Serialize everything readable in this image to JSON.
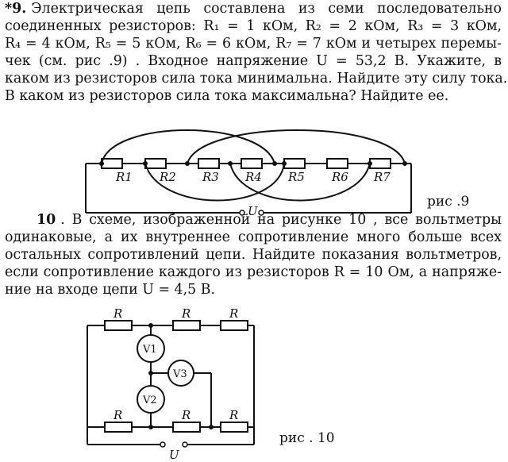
{
  "problem9": {
    "number": "*9.",
    "lines": [
      "Электрическая цепь составлена из семи последовательно",
      "соединенных резисторов: R₁ = 1 кОм, R₂ = 2 кОм, R₃ = 3 кОм,",
      "R₄ = 4 кОм, R₅ = 5 кОм, R₆ = 6 кОм, R₇ = 7 кОм и четырех перемы-",
      "чек    (см. рис .9) . Входное напряжение U = 53,2 В. Укажите, в",
      "каком из резисторов сила тока минимальна. Найдите эту силу тока.",
      "В каком из резисторов сила тока максимальна? Найдите ее."
    ],
    "figure": {
      "resistors": [
        "R1",
        "R2",
        "R3",
        "R4",
        "R5",
        "R6",
        "R7"
      ],
      "voltage_label": "U",
      "caption": "рис .9"
    }
  },
  "problem10": {
    "number": "10",
    "lines": [
      ". В схеме, изображенной на рисунке 10 ,  все вольтметры",
      "одинаковые, а их внутреннее сопротивление много больше всех",
      "остальных сопротивлений цепи. Найдите показания вольтметров,",
      "если сопротивление каждого из резисторов R = 10 Ом, а напряже-",
      "ние на входе цепи U = 4,5 В."
    ],
    "figure": {
      "resistor_label": "R",
      "voltmeters": [
        "V1",
        "V2",
        "V3"
      ],
      "voltage_label": "U",
      "caption": "рис . 10"
    }
  }
}
